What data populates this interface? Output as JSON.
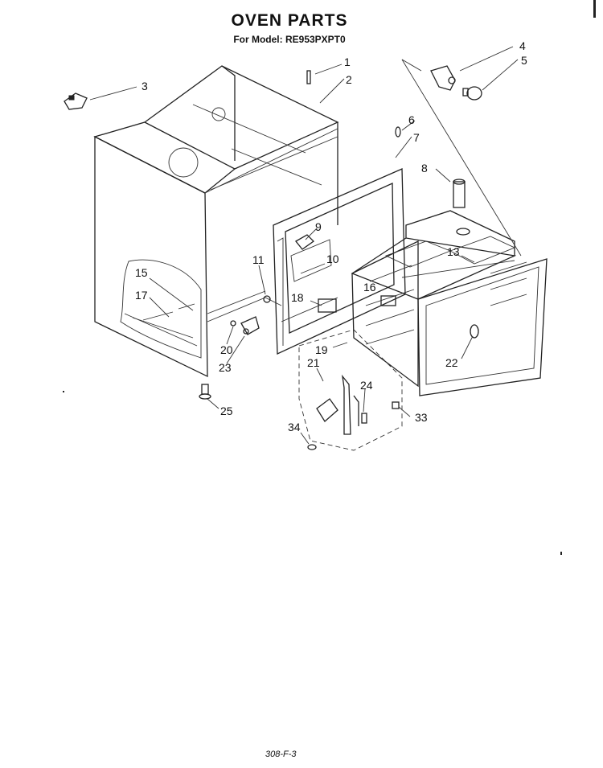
{
  "header": {
    "title": "OVEN PARTS",
    "subtitle": "For Model: RE953PXPT0"
  },
  "callouts": [
    "1",
    "2",
    "3",
    "4",
    "5",
    "6",
    "7",
    "8",
    "9",
    "10",
    "11",
    "13",
    "15",
    "16",
    "17",
    "18",
    "19",
    "20",
    "21",
    "22",
    "23",
    "24",
    "25",
    "33",
    "34"
  ],
  "footer": {
    "code": "308-F-3"
  }
}
